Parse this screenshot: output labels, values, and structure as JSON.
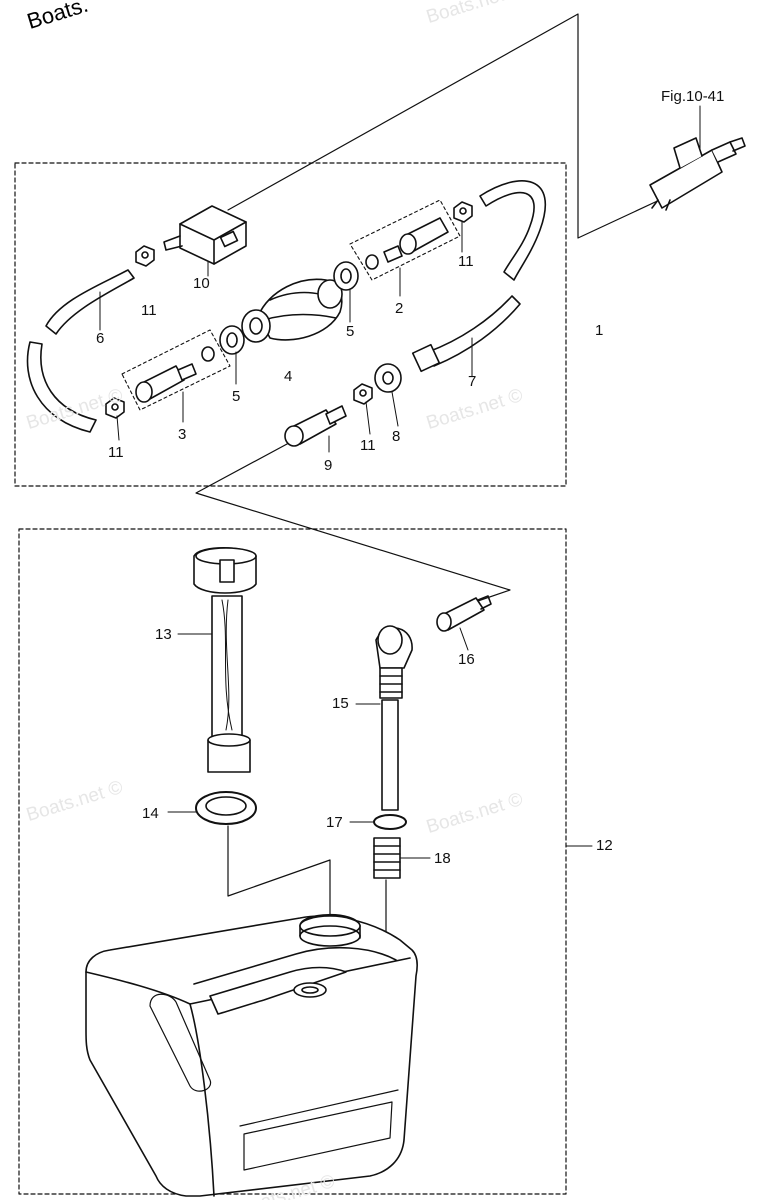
{
  "watermark": {
    "top_left": "Boats.",
    "faded": [
      "Boats.net",
      "Boats.net ©",
      "Boats.net ©",
      "Boats.net ©",
      "Boats.net ©",
      "Boats.net ©"
    ]
  },
  "figure_reference": "Fig.10-41",
  "callouts": {
    "c1": "1",
    "c2": "2",
    "c3": "3",
    "c4": "4",
    "c5a": "5",
    "c5b": "5",
    "c6": "6",
    "c7": "7",
    "c8": "8",
    "c9": "9",
    "c10": "10",
    "c11a": "11",
    "c11b": "11",
    "c11c": "11",
    "c11d": "11",
    "c12": "12",
    "c13": "13",
    "c14": "14",
    "c15": "15",
    "c16": "16",
    "c17": "17",
    "c18": "18"
  },
  "colors": {
    "line": "#111111",
    "part_fill": "#ffffff",
    "shade": "#d9d9d9",
    "watermark": "#e6e6e6"
  }
}
